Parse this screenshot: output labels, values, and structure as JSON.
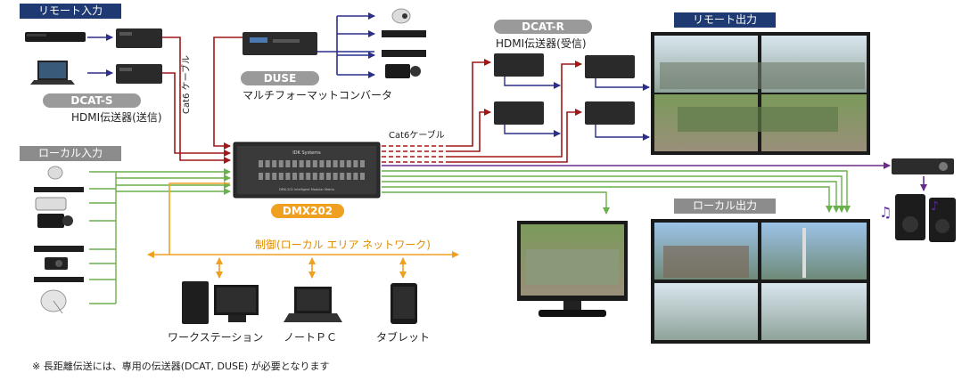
{
  "labels": {
    "remote_input": "リモート入力",
    "local_input": "ローカル入力",
    "remote_output": "リモート出力",
    "local_output": "ローカル出力",
    "dcat_s": "DCAT-S",
    "dcat_s_sub": "HDMI伝送器(送信)",
    "dcat_r": "DCAT-R",
    "dcat_r_sub": "HDMI伝送器(受信)",
    "duse": "DUSE",
    "duse_sub": "マルチフォーマットコンバータ",
    "cat6_vertical": "Cat6 ケーブル",
    "cat6_horizontal": "Cat6ケーブル",
    "dmx": "DMX202",
    "dmx_brand": "IDK Systems",
    "dmx_model": "DMX-202 Intelligent Modular Matrix",
    "control_lan": "制御(ローカル エリア ネットワーク)",
    "workstation": "ワークステーション",
    "notebook": "ノートＰＣ",
    "tablet": "タブレット",
    "footnote": "※  長距離伝送には、専用の伝送器(DCAT, DUSE) が必要となります"
  },
  "colors": {
    "navy_tag": "#1f3a73",
    "gray_tag": "#8c8c8c",
    "orange_tag": "#f0a020",
    "hdmi_cable": "#2b2f8a",
    "cat6_cable": "#a01818",
    "local_cable": "#6ab04c",
    "control_line": "#f0a020",
    "audio_line": "#6a2b8a"
  }
}
